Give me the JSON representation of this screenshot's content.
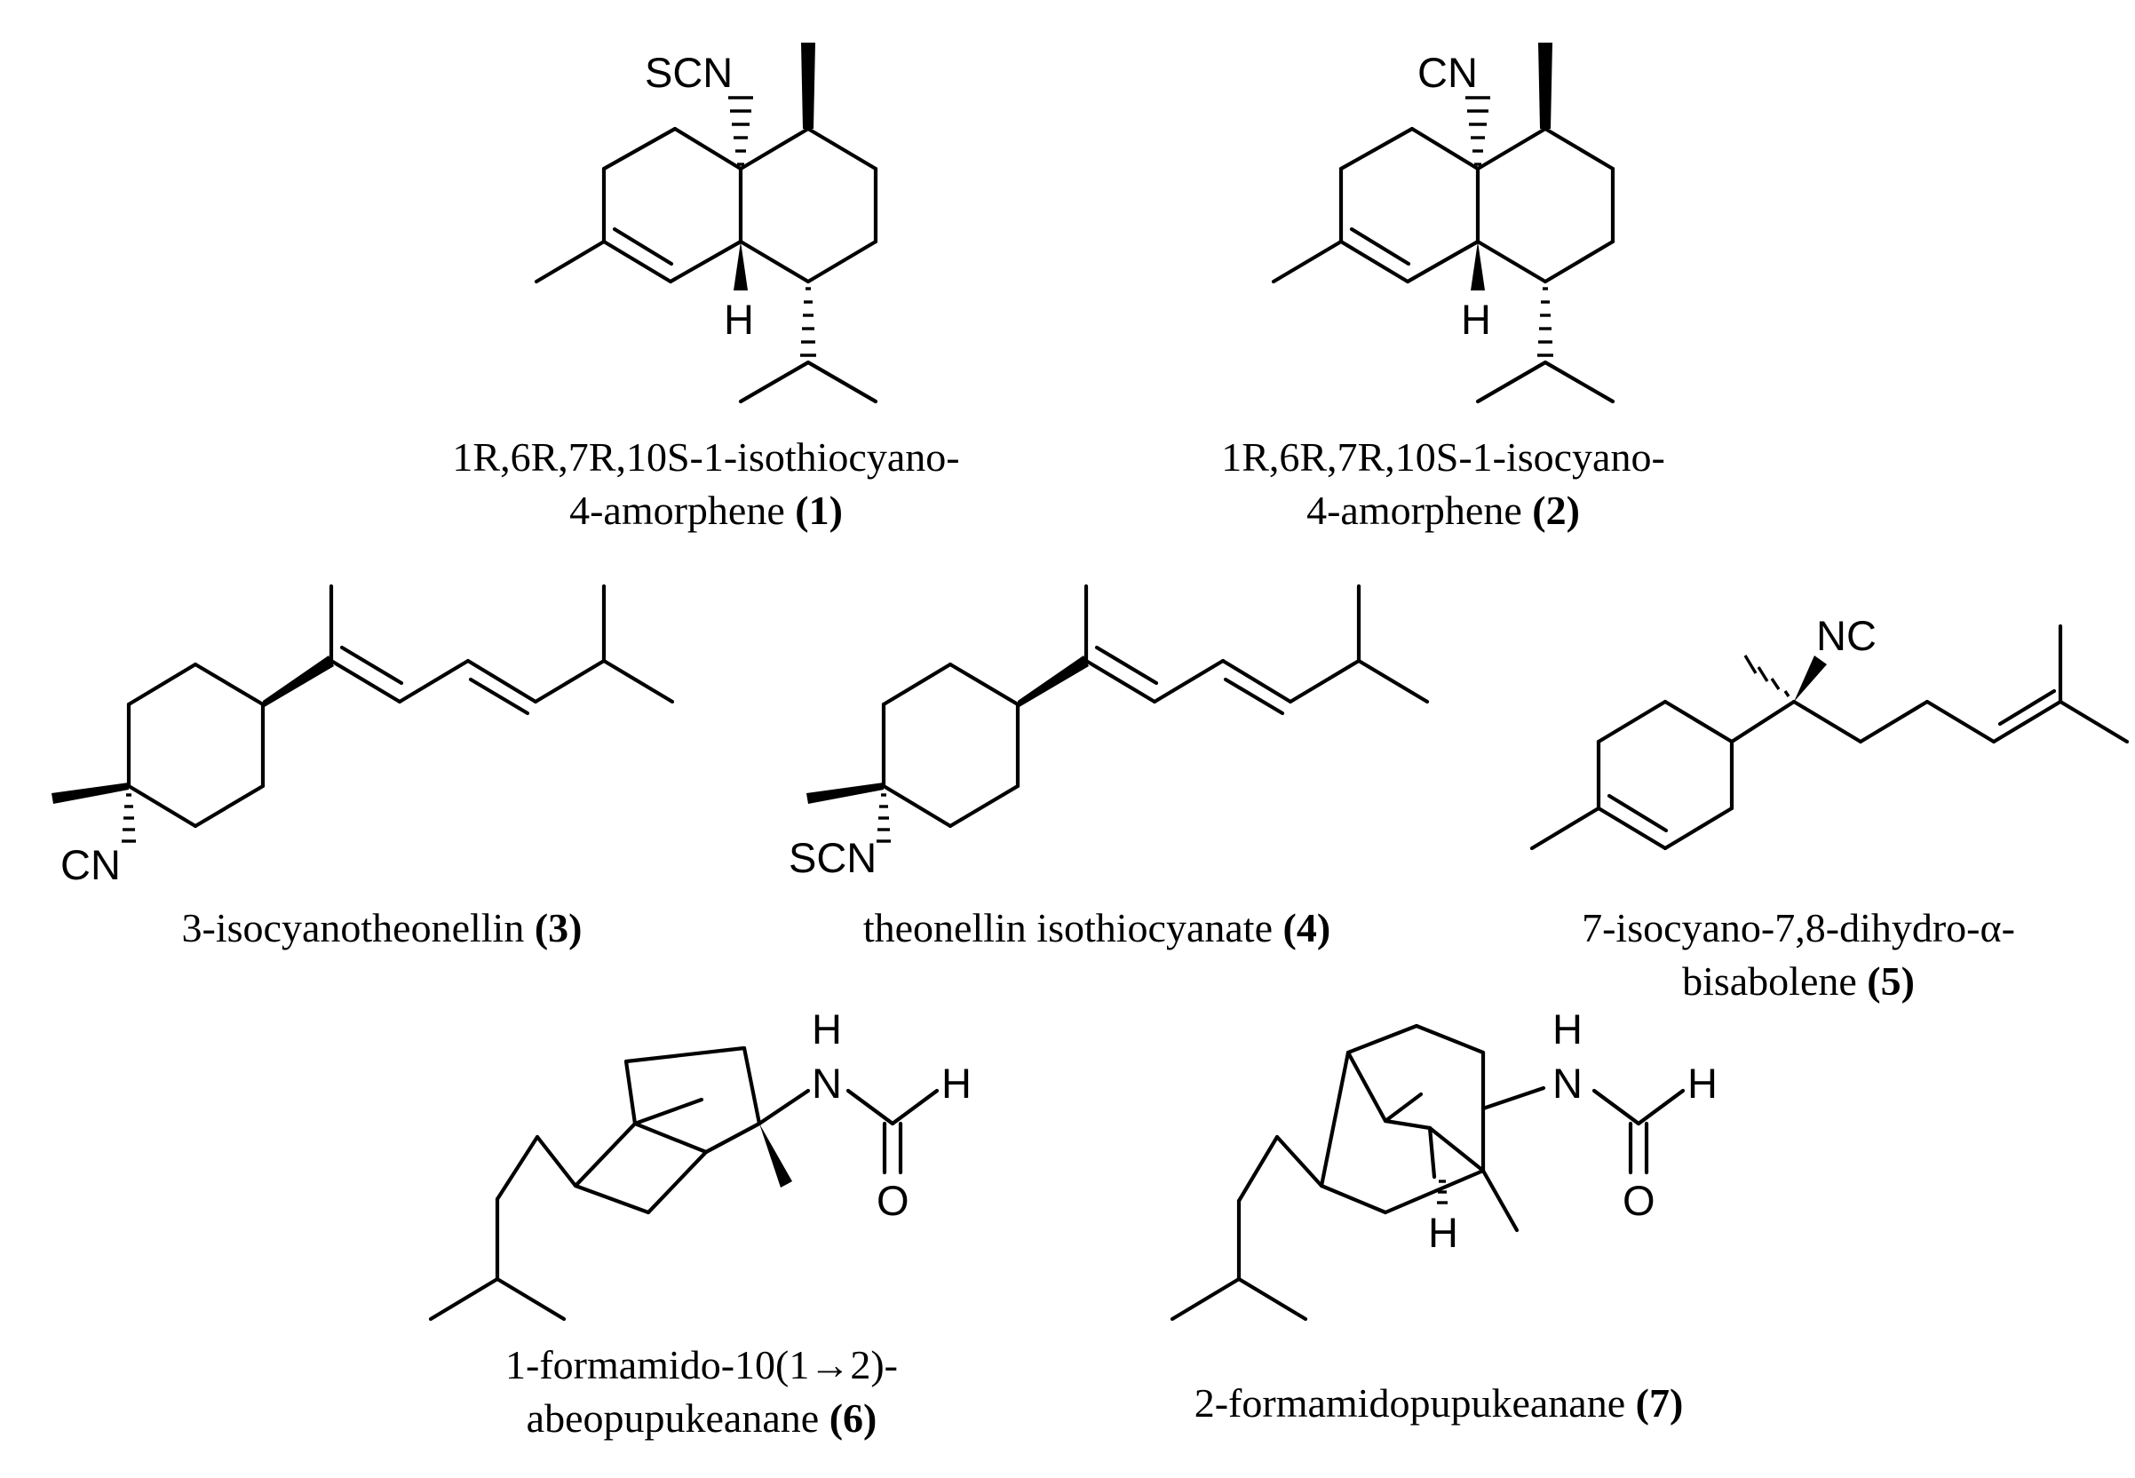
{
  "compounds": [
    {
      "id": "c1",
      "atom_labels": [
        "SCN",
        "H"
      ],
      "caption_lines": [
        "1R,6R,7R,10S-1-isothiocyano-",
        "4-amorphene "
      ],
      "number": "(1)"
    },
    {
      "id": "c2",
      "atom_labels": [
        "CN",
        "H"
      ],
      "caption_lines": [
        "1R,6R,7R,10S-1-isocyano-",
        "4-amorphene "
      ],
      "number": "(2)"
    },
    {
      "id": "c3",
      "atom_labels": [
        "CN"
      ],
      "caption_lines": [
        "3-isocyanotheonellin "
      ],
      "number": "(3)"
    },
    {
      "id": "c4",
      "atom_labels": [
        "SCN"
      ],
      "caption_lines": [
        "theonellin isothiocyanate  "
      ],
      "number": "(4)"
    },
    {
      "id": "c5",
      "atom_labels": [
        "NC"
      ],
      "caption_lines": [
        "7-isocyano-7,8-dihydro-α-",
        "bisabolene "
      ],
      "number": "(5)"
    },
    {
      "id": "c6",
      "atom_labels": [
        "H",
        "N",
        "H",
        "O"
      ],
      "caption_lines": [
        "1-formamido-10(1→2)-",
        "abeopupukeanane "
      ],
      "number": "(6)"
    },
    {
      "id": "c7",
      "atom_labels": [
        "H",
        "N",
        "H",
        "O",
        "H"
      ],
      "caption_lines": [
        "2-formamidopupukeanane "
      ],
      "number": "(7)"
    }
  ]
}
